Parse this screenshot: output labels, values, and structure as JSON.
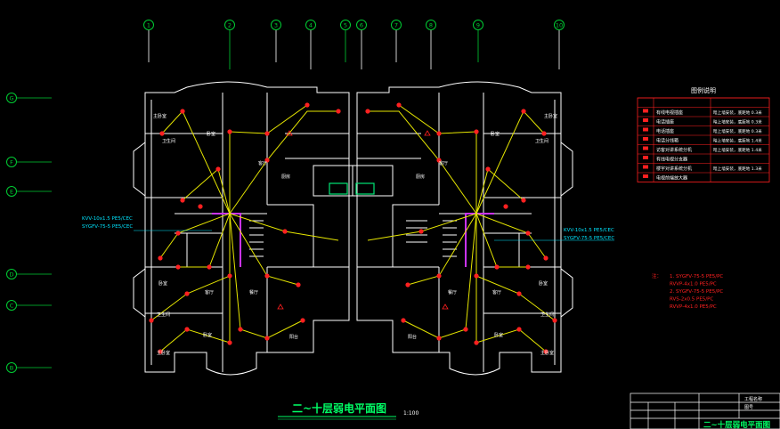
{
  "drawing": {
    "title": "二~十层弱电平面图",
    "scale": "1:100",
    "bg": "#000000"
  },
  "axes_top": [
    "1",
    "2",
    "3",
    "4",
    "5",
    "6",
    "7",
    "8",
    "9",
    "10"
  ],
  "axes_left": [
    "G",
    "F",
    "E",
    "D",
    "C",
    "B"
  ],
  "cable_labels": {
    "left_line1": "KVV-10x1.5 PE5/CEC",
    "left_line2": "SYGFV-75-5 PE5/CEC",
    "right_line1": "KVV-10x1.5 PE5/CEC",
    "right_line2": "SYGFV-75-5 PE5/CEC"
  },
  "legend": {
    "title": "图例说明",
    "rows": [
      {
        "sym": "",
        "name": "有线电视插座",
        "note": "暗上墙安装，底距地 0.3米"
      },
      {
        "sym": "",
        "name": "电话插座",
        "note": "暗上墙安装，底距地 0.3米"
      },
      {
        "sym": "",
        "name": "电话插座",
        "note": "暗上墙安装，底距地 0.3米"
      },
      {
        "sym": "",
        "name": "电话分线箱",
        "note": "暗上墙安装，底距地 1.4米"
      },
      {
        "sym": "",
        "name": "访客对讲系统分机",
        "note": "暗上墙安装，底距地 1.4米"
      },
      {
        "sym": "",
        "name": "有线电视分支器",
        "note": ""
      },
      {
        "sym": "",
        "name": "楼宇对讲系统分机",
        "note": "暗上墙安装，底距地 1.3米"
      },
      {
        "sym": "",
        "name": "电视前端放大器",
        "note": ""
      }
    ]
  },
  "notes": {
    "head": "注：",
    "lines": [
      "1.  SYGFV-75-5 PE5/PC",
      "    RVVP-4x1.0 PE5/PC",
      "2.  SYGFV-75-5 PE5/PC",
      "    RVS-2x0.5 PE5/PC",
      "    RVVP-4x1.0 PE5/PC"
    ]
  },
  "title_block": {
    "project": "工程名称",
    "drawing_no": "图号",
    "sheet_title": "二~十层弱电平面图"
  },
  "rooms": {
    "bedroom": "卧室",
    "master_bed": "主卧室",
    "living": "客厅",
    "dining": "餐厅",
    "kitchen": "厨房",
    "wc": "卫生间",
    "balcony": "阳台"
  },
  "colors": {
    "wall": "#ffffff",
    "axis": "#00cc33",
    "wire": "#e6e600",
    "device": "#ff2020",
    "riser": "#cc33ff",
    "label": "#00e5ff",
    "legend_line": "#ff2020",
    "title": "#00ff66"
  }
}
